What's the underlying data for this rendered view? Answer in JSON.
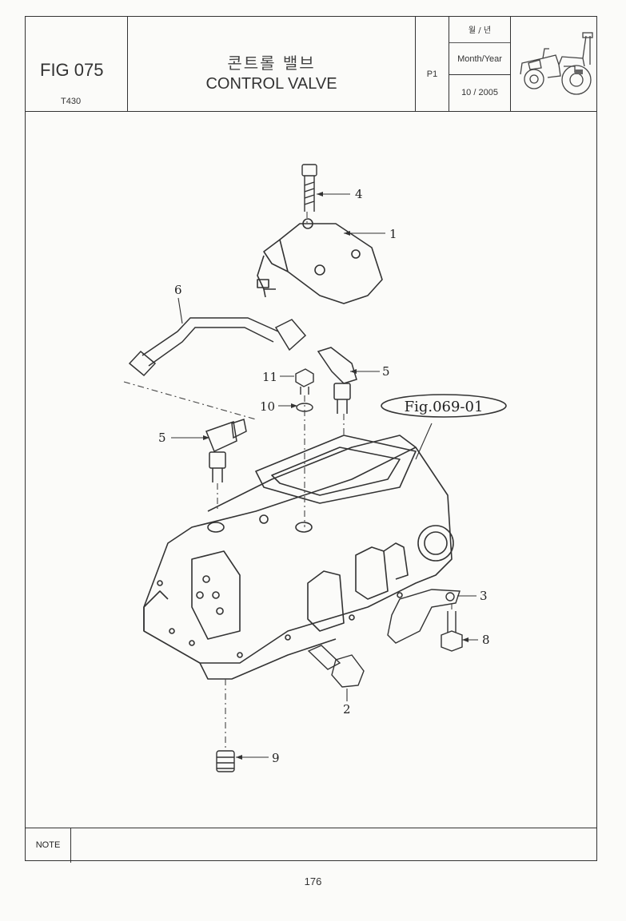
{
  "header": {
    "fig_no": "FIG 075",
    "model": "T430",
    "title_ko": "콘트롤 밸브",
    "title_en": "CONTROL VALVE",
    "page_part": "P1",
    "date_label_ko": "월 / 년",
    "date_label_en": "Month/Year",
    "date_value": "10 / 2005"
  },
  "drawing": {
    "reference_label": "Fig.069-01",
    "callouts": [
      "1",
      "2",
      "3",
      "4",
      "5",
      "5",
      "6",
      "8",
      "9",
      "10",
      "11"
    ]
  },
  "footer": {
    "note_label": "NOTE",
    "page_number": "176"
  }
}
